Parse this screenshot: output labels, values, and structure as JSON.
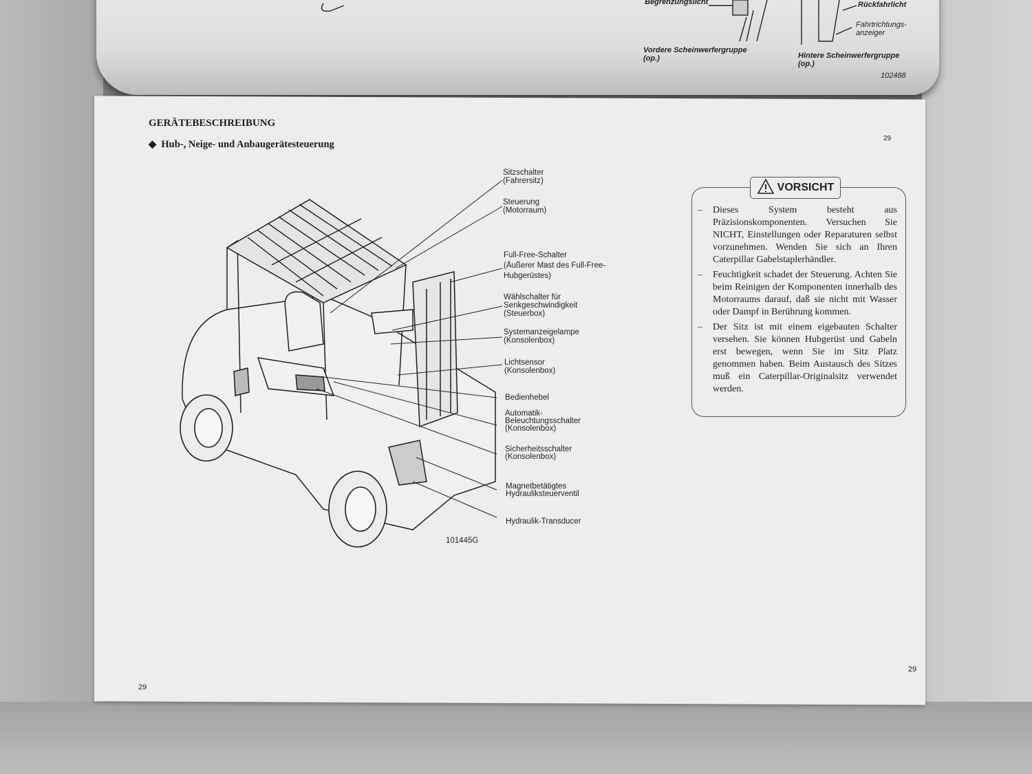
{
  "top_page": {
    "labels": {
      "side_light": "Begrenzungslicht",
      "reverse_light": "Rückfahrlicht",
      "turn_signal": "Fahrtrichtungs-\nanzeiger",
      "front_group": "Vordere Scheinwerfergruppe\n(op.)",
      "rear_group": "Hintere Scheinwerfergruppe\n(op.)"
    },
    "figure_id": "102488"
  },
  "page": {
    "section_title": "GERÄTEBESCHREIBUNG",
    "subsection_title": "Hub-, Neige- und Anbaugerätesteuerung",
    "bullet": "◆",
    "page_number_top": "29",
    "page_number_right": "29",
    "page_number_left": "29",
    "figure_id": "101445G",
    "callouts": [
      "Sitzschalter\n(Fahrersitz)",
      "Steuerung\n(Motorraum)",
      "Full-Free-Schalter\n(Äußerer Mast des Full-Free-\nHubgerüstes)",
      "Wählschalter für\nSenkgeschwindigkeit\n(Steuerbox)",
      "Systemanzeigelampe\n(Konsolenbox)",
      "Lichtsensor\n(Konsolenbox)",
      "Bedienhebel",
      "Automatik-\nBeleuchtungsschalter\n(Konsolenbox)",
      "Sicherheitsschalter\n(Konsolenbox)",
      "Magnetbetätigtes\nHydrauliksteuerventil",
      "Hydraulik-Transducer"
    ],
    "warning": {
      "icon": "warning-triangle-icon",
      "title": "VORSICHT",
      "items": [
        "Dieses System besteht aus Präzisionskomponenten. Versuchen Sie NICHT, Einstellungen oder Reparaturen selbst vorzunehmen. Wenden Sie sich an Ihren Caterpillar Gabelstaplerhändler.",
        "Feuchtigkeit schadet der Steuerung. Achten Sie beim Reinigen der Komponenten innerhalb des Motorraums darauf, daß sie nicht mit Wasser oder Dampf in Berührung kommen.",
        "Der Sitz ist mit einem eigebauten Schalter versehen. Sie können Hubgerüst und Gabeln erst bewegen, wenn Sie im Sitz Platz genommen haben. Beim Austausch des Sitzes muß ein Caterpillar-Originalsitz verwendet werden."
      ],
      "dash": "–"
    }
  }
}
